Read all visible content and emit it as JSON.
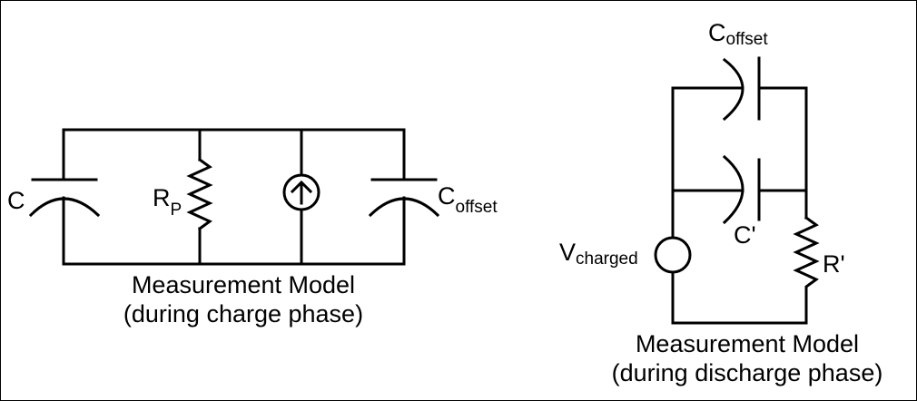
{
  "left_circuit": {
    "label_c": "C",
    "label_rp_main": "R",
    "label_rp_sub": "P",
    "label_coffset_main": "C",
    "label_coffset_sub": "offset",
    "caption_line1": "Measurement Model",
    "caption_line2": "(during charge phase)"
  },
  "right_circuit": {
    "label_coffset_main": "C",
    "label_coffset_sub": "offset",
    "label_c": "C'",
    "label_r": "R'",
    "label_v_main": "V",
    "label_v_sub": "charged",
    "caption_line1": "Measurement Model",
    "caption_line2": "(during discharge phase)"
  }
}
